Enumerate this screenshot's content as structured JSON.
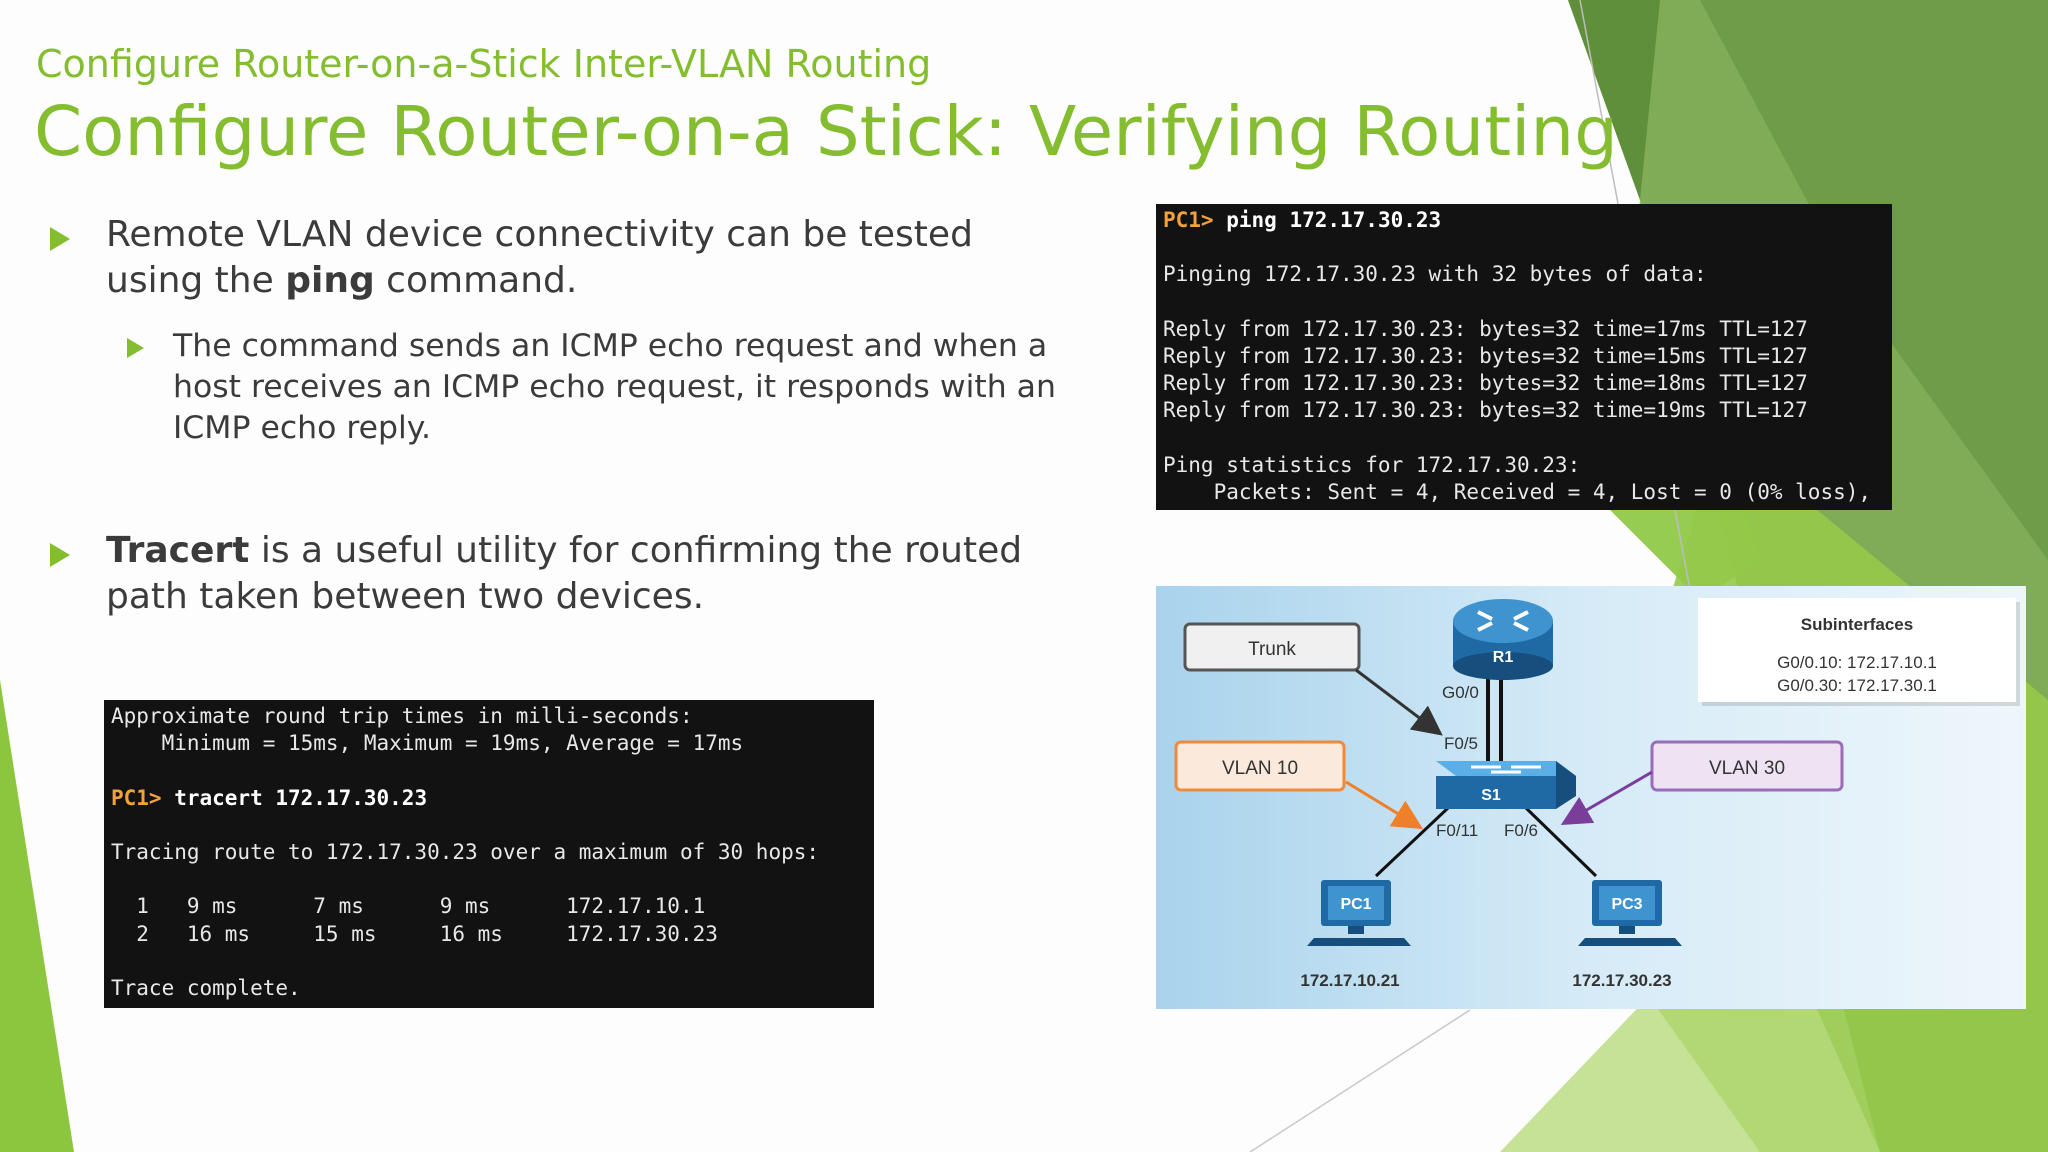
{
  "slide": {
    "subtitle": "Configure Router-on-a-Stick Inter-VLAN Routing",
    "title": "Configure Router-on-a Stick: Verifying Routing",
    "colors": {
      "accent": "#84bd2f",
      "text": "#3b3b3b",
      "terminal_bg": "#121212",
      "prompt": "#f2a23a"
    }
  },
  "bullets": {
    "b1": {
      "pre": "Remote VLAN device connectivity can be tested using the ",
      "bold": "ping",
      "post": " command."
    },
    "b1a": {
      "text": "The command sends an ICMP echo request and when a host receives an ICMP echo request, it responds with an ICMP echo reply."
    },
    "b2": {
      "bold": "Tracert",
      "post": " is a useful utility for confirming the routed path taken between two devices."
    }
  },
  "ping_terminal": {
    "prompt": "PC1>",
    "command": "ping 172.17.30.23",
    "lines": [
      "",
      "Pinging 172.17.30.23 with 32 bytes of data:",
      "",
      "Reply from 172.17.30.23: bytes=32 time=17ms TTL=127",
      "Reply from 172.17.30.23: bytes=32 time=15ms TTL=127",
      "Reply from 172.17.30.23: bytes=32 time=18ms TTL=127",
      "Reply from 172.17.30.23: bytes=32 time=19ms TTL=127",
      "",
      "Ping statistics for 172.17.30.23:",
      "    Packets: Sent = 4, Received = 4, Lost = 0 (0% loss),"
    ]
  },
  "trace_terminal": {
    "lines_before": [
      "Approximate round trip times in milli-seconds:",
      "    Minimum = 15ms, Maximum = 19ms, Average = 17ms",
      ""
    ],
    "prompt": "PC1>",
    "command": "tracert 172.17.30.23",
    "lines_after": [
      "",
      "Tracing route to 172.17.30.23 over a maximum of 30 hops:",
      "",
      "  1   9 ms      7 ms      9 ms      172.17.10.1",
      "  2   16 ms     15 ms     16 ms     172.17.30.23",
      "",
      "Trace complete."
    ]
  },
  "diagram": {
    "trunk_label": "Trunk",
    "vlan10_label": "VLAN 10",
    "vlan30_label": "VLAN 30",
    "router_label": "R1",
    "switch_label": "S1",
    "port_g00": "G0/0",
    "port_f05": "F0/5",
    "port_f011": "F0/11",
    "port_f06": "F0/6",
    "pc1_label": "PC1",
    "pc3_label": "PC3",
    "pc1_ip": "172.17.10.21",
    "pc3_ip": "172.17.30.23",
    "subif_title": "Subinterfaces",
    "subif_1": "G0/0.10: 172.17.10.1",
    "subif_2": "G0/0.30: 172.17.30.1"
  }
}
